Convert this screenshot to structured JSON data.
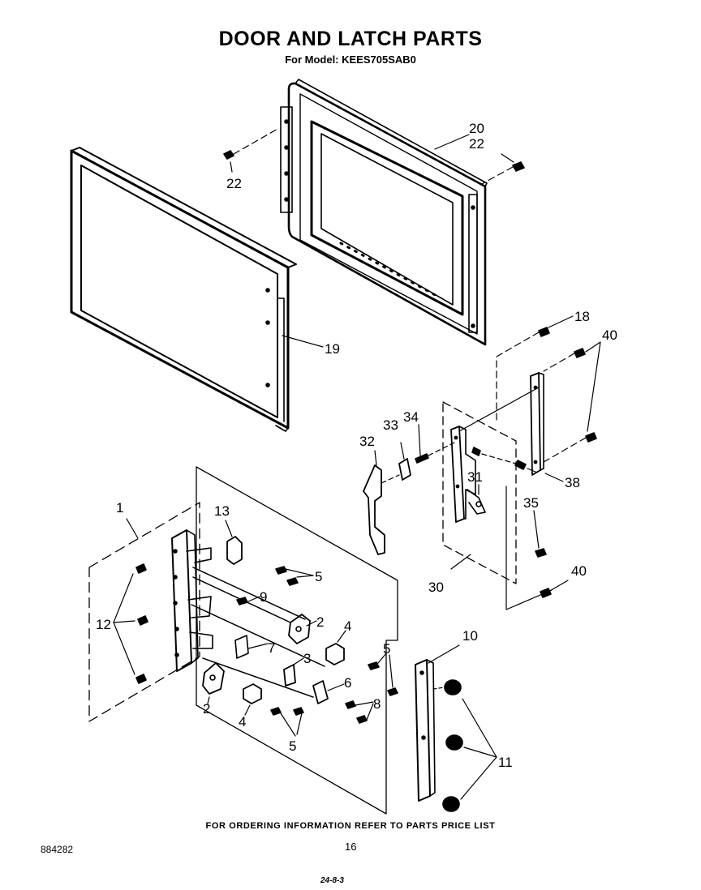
{
  "header": {
    "title": "DOOR AND LATCH PARTS",
    "subtitle": "For Model: KEES705SAB0"
  },
  "footer": {
    "ordering_note": "FOR ORDERING INFORMATION REFER TO PARTS PRICE LIST",
    "document_number": "884282",
    "page_number": "16",
    "stamp": "24-8-3"
  },
  "callouts": {
    "c20": "20",
    "c22a": "22",
    "c22b": "22",
    "c19": "19",
    "c18": "18",
    "c40a": "40",
    "c40b": "40",
    "c34": "34",
    "c33": "33",
    "c32": "32",
    "c38": "38",
    "c31": "31",
    "c35": "35",
    "c30": "30",
    "c1": "1",
    "c13": "13",
    "c5a": "5",
    "c5b": "5",
    "c5c": "5",
    "c9": "9",
    "c2a": "2",
    "c2b": "2",
    "c4a": "4",
    "c4b": "4",
    "c7": "7",
    "c3": "3",
    "c6": "6",
    "c8": "8",
    "c12": "12",
    "c10": "10",
    "c11": "11"
  }
}
